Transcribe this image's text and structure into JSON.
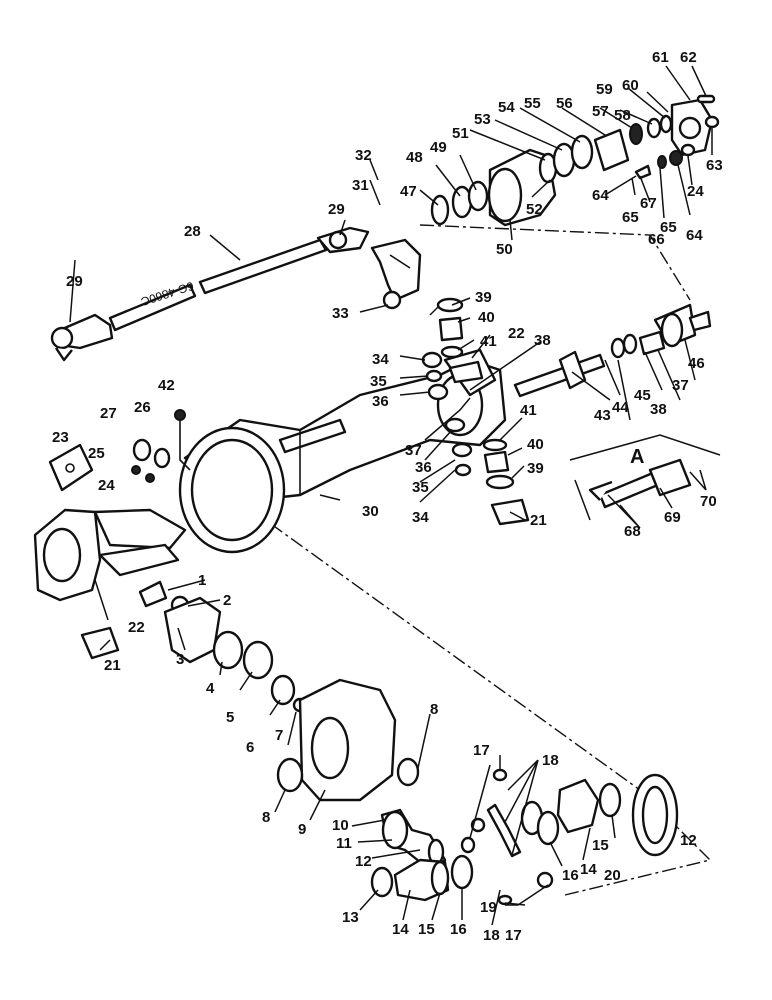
{
  "diagram": {
    "part_stamp": "6C-4860C",
    "callout_letter": "A",
    "part_numbers": [
      "1",
      "2",
      "3",
      "4",
      "5",
      "6",
      "7",
      "8",
      "9",
      "10",
      "11",
      "12",
      "13",
      "14",
      "15",
      "16",
      "17",
      "18",
      "19",
      "20",
      "21",
      "22",
      "23",
      "24",
      "25",
      "26",
      "27",
      "28",
      "29",
      "30",
      "31",
      "32",
      "33",
      "34",
      "35",
      "36",
      "37",
      "38",
      "39",
      "40",
      "41",
      "42",
      "43",
      "44",
      "45",
      "46",
      "47",
      "48",
      "49",
      "50",
      "51",
      "52",
      "53",
      "54",
      "55",
      "56",
      "57",
      "58",
      "59",
      "60",
      "61",
      "62",
      "63",
      "64",
      "65",
      "66",
      "67",
      "68",
      "69",
      "70"
    ]
  }
}
